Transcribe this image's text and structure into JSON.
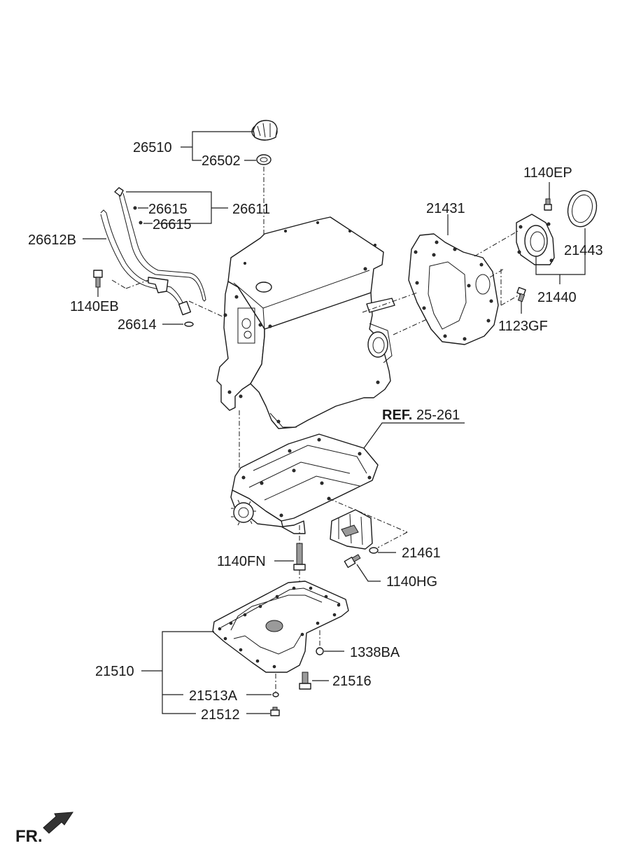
{
  "labels": {
    "p26510": "26510",
    "p26502": "26502",
    "p26615a": "26615",
    "p26611": "26611",
    "p26615b": "26615",
    "p26612B": "26612B",
    "p1140EB": "1140EB",
    "p26614": "26614",
    "p1140EP": "1140EP",
    "p21431": "21431",
    "p21443": "21443",
    "p21440": "21440",
    "p1123GF": "1123GF",
    "ref_bold": "REF.",
    "ref_num": "25-261",
    "p21461": "21461",
    "p1140FN": "1140FN",
    "p1140HG": "1140HG",
    "p1338BA": "1338BA",
    "p21510": "21510",
    "p21516": "21516",
    "p21513A": "21513A",
    "p21512": "21512",
    "fr": "FR."
  }
}
